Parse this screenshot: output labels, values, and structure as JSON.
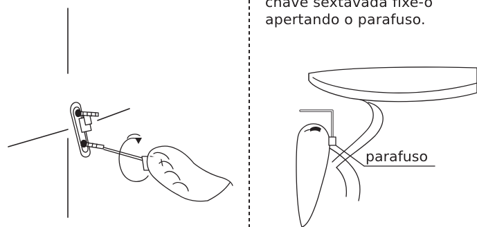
{
  "instruction": {
    "line1": "chave sextavada fixe-o",
    "line2": "apertando o parafuso."
  },
  "callout": {
    "label": "parafuso"
  },
  "colors": {
    "ink": "#231f20",
    "background": "#ffffff"
  }
}
